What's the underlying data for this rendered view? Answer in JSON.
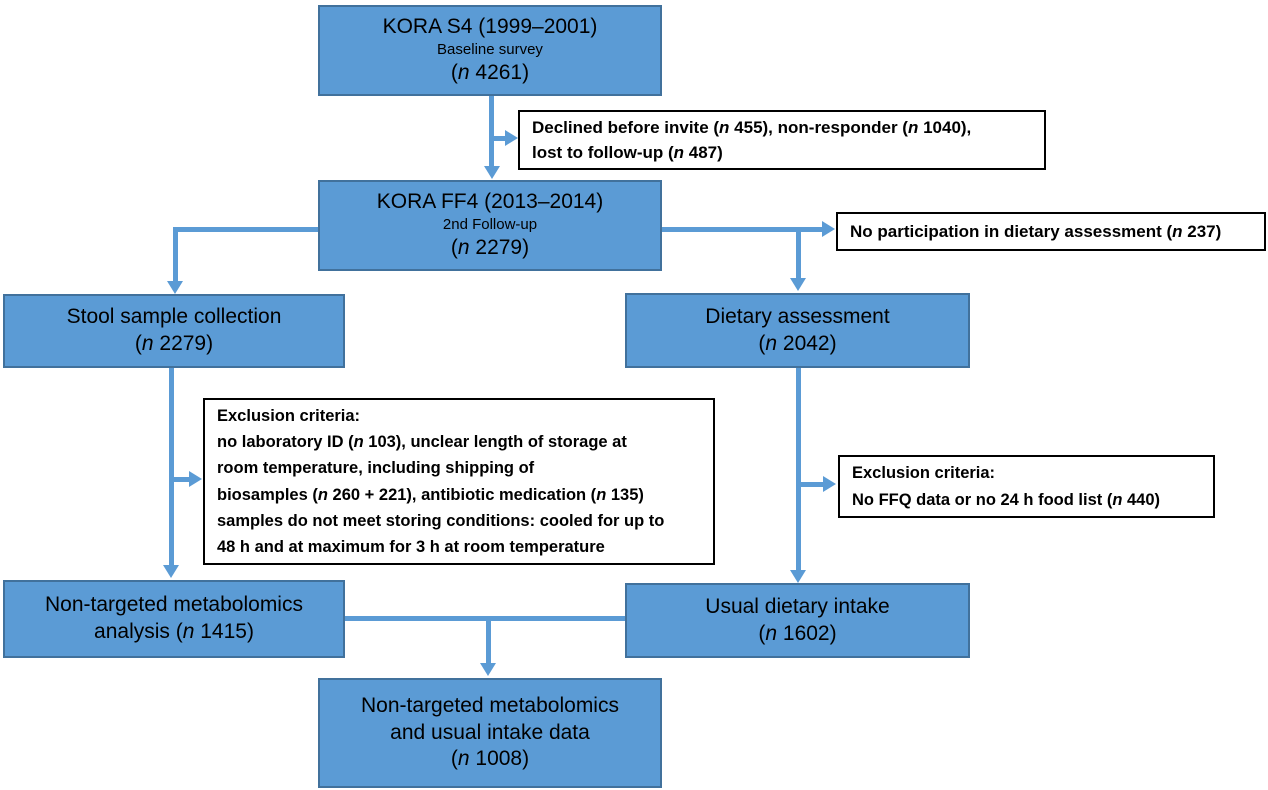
{
  "colors": {
    "box_fill": "#5b9bd5",
    "box_border": "#41719c",
    "arrow": "#5b9bd5",
    "callout_border": "#000000",
    "callout_bg": "#ffffff",
    "text": "#000000"
  },
  "nodes": {
    "kora_s4": {
      "title": "KORA S4 (1999–2001)",
      "subtitle": "Baseline survey",
      "count": "(n 4261)"
    },
    "kora_ff4": {
      "title": "KORA FF4 (2013–2014)",
      "subtitle": "2nd Follow-up",
      "count": "(n 2279)"
    },
    "stool": {
      "title": "Stool sample collection",
      "count": "(n 2279)"
    },
    "dietary": {
      "title": "Dietary assessment",
      "count": "(n 2042)"
    },
    "metabolomics": {
      "line1": "Non-targeted metabolomics",
      "line2": "analysis (n 1415)"
    },
    "usual_intake": {
      "title": "Usual dietary intake",
      "count": "(n 1602)"
    },
    "final": {
      "line1": "Non-targeted metabolomics",
      "line2": "and usual intake data",
      "count": "(n 1008)"
    }
  },
  "callouts": {
    "declined": {
      "lines": [
        "Declined before invite (n 455), non-responder (n 1040),",
        "lost to follow-up (n 487)"
      ]
    },
    "no_participation": {
      "text": "No participation in dietary assessment (n 237)"
    },
    "exclusion_stool": {
      "lines": [
        "Exclusion criteria:",
        "no laboratory ID (n 103), unclear length of storage at",
        "room temperature, including shipping of",
        "biosamples (n 260 + 221), antibiotic medication (n 135)",
        "samples do not meet storing conditions: cooled for up to",
        "48 h and at maximum for 3 h at room temperature"
      ]
    },
    "exclusion_dietary": {
      "lines": [
        "Exclusion criteria:",
        "No FFQ data or no 24 h food list (n 440)"
      ]
    }
  }
}
